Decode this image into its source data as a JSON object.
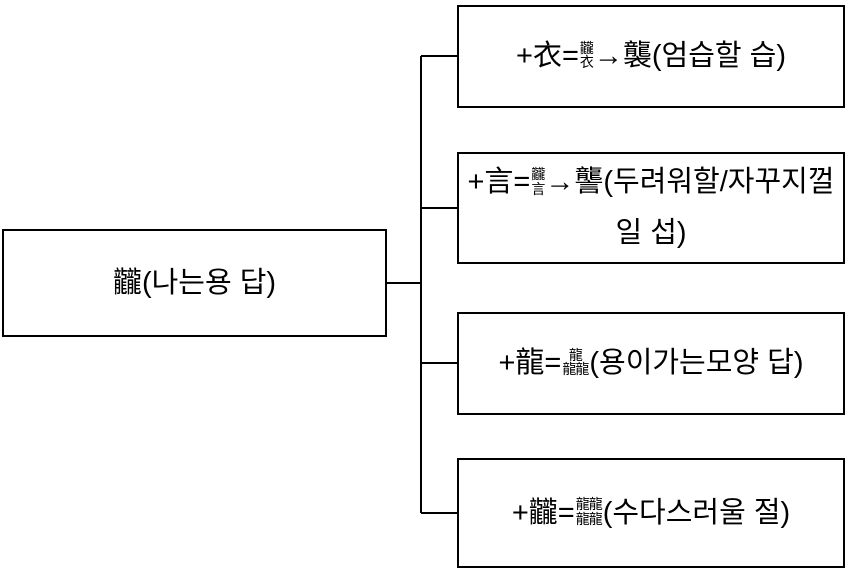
{
  "diagram": {
    "title": "hanja-derivation-diagram",
    "colors": {
      "background": "#ffffff",
      "border": "#000000",
      "line": "#000000",
      "text": "#000000"
    },
    "root": {
      "label": "龖(나는용 답)"
    },
    "branches": [
      {
        "segments": [
          {
            "type": "text",
            "value": "+衣="
          },
          {
            "type": "stack",
            "top": "龖",
            "bottom": "衣"
          },
          {
            "type": "text",
            "value": "→襲(엄습할 습)"
          }
        ]
      },
      {
        "segments": [
          {
            "type": "text",
            "value": "+言="
          },
          {
            "type": "stack",
            "top": "龖",
            "bottom": "言"
          },
          {
            "type": "text",
            "value": "→讋(두려워할/자꾸지껄일 섭)"
          }
        ]
      },
      {
        "segments": [
          {
            "type": "text",
            "value": "+龍="
          },
          {
            "type": "stack",
            "top": "龍",
            "bottom": "龍龍",
            "char": "龘"
          },
          {
            "type": "text",
            "value": "(용이가는모양 답)"
          }
        ]
      },
      {
        "segments": [
          {
            "type": "text",
            "value": "+龖="
          },
          {
            "type": "stack",
            "top": "龍龍",
            "bottom": "龍龍",
            "char": "𪚥"
          },
          {
            "type": "text",
            "value": "(수다스러울 절)"
          }
        ]
      }
    ]
  }
}
